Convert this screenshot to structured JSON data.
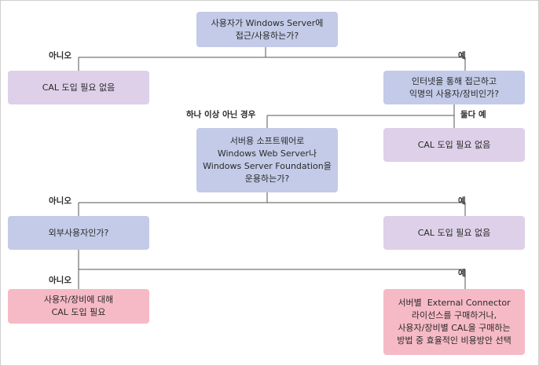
{
  "colors": {
    "blue_box": "#c3cbe8",
    "purple_box": "#ddd0e8",
    "pink_box": "#f6bac6",
    "line": "#555555"
  },
  "nodes": {
    "q1": [
      "사용자가 Windows Server에",
      "접근/사용하는가?"
    ],
    "no_cal_1": [
      "CAL 도입 필요 없음"
    ],
    "q2": [
      "인터넷을 통해 접근하고",
      "익명의 사용자/장비인가?"
    ],
    "no_cal_2": [
      "CAL 도입 필요 없음"
    ],
    "q3": [
      "서버용 소프트웨어로",
      "Windows Web Server나",
      "Windows Server Foundation을",
      "운용하는가?"
    ],
    "q4": [
      "외부사용자인가?"
    ],
    "no_cal_3": [
      "CAL 도입 필요 없음"
    ],
    "cal_required": [
      "사용자/장비에 대해",
      "CAL 도입 필요"
    ],
    "external_connector": [
      "서버별  External Connector",
      "라이선스를 구매하거나,",
      "사용자/장비별 CAL을 구매하는",
      "방법 중 효율적인 비용방안 선택"
    ]
  },
  "labels": {
    "q1_no": "아니오",
    "q1_yes": "예",
    "q2_not_either": "하나 이상 아닌 경우",
    "q2_both_yes": "둘다 예",
    "q3_no": "아니오",
    "q3_yes": "예",
    "q4_no": "아니오",
    "q4_yes": "예"
  }
}
